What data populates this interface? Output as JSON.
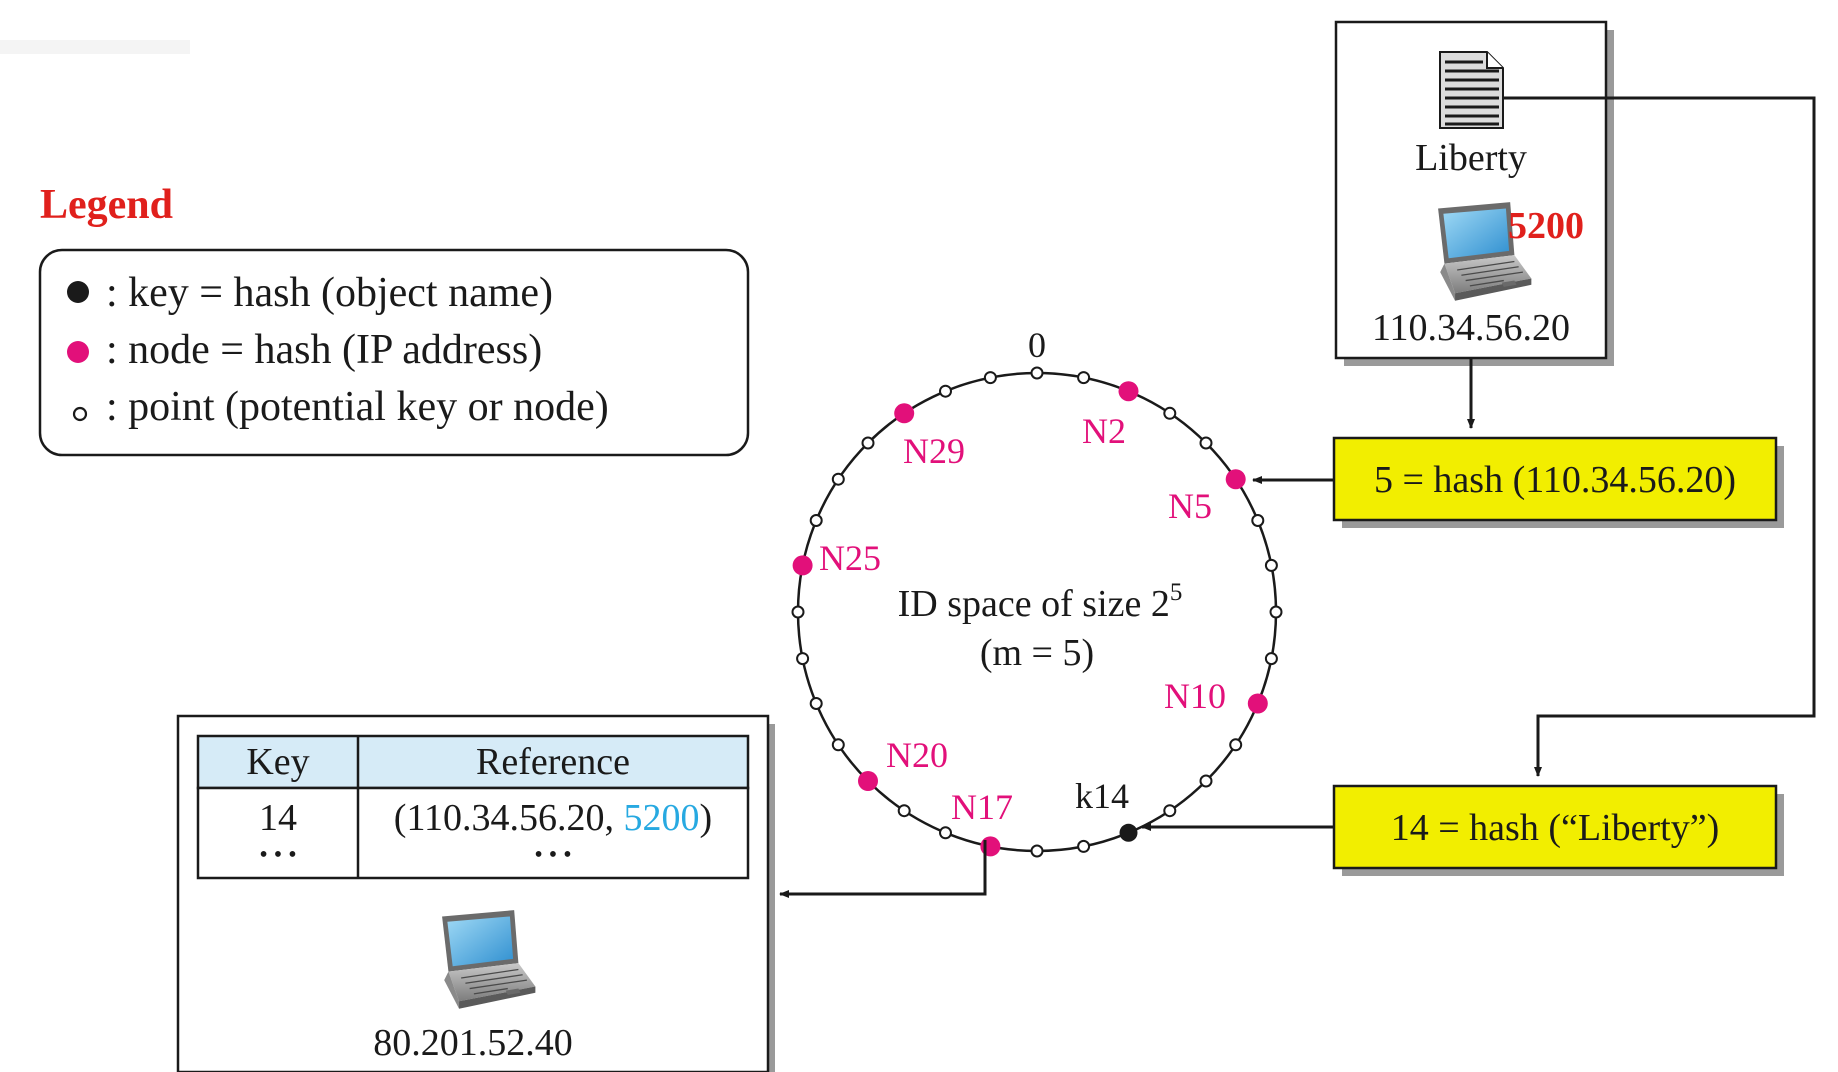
{
  "legend": {
    "title": "Legend",
    "items": [
      {
        "marker": "key-dot",
        "text": ": key = hash (object name)"
      },
      {
        "marker": "node-dot",
        "text": ": node = hash (IP address)"
      },
      {
        "marker": "point-dot",
        "text": ": point (potential key or node)"
      }
    ]
  },
  "ring": {
    "zero_label": "0",
    "center_line1": "ID space of size 2",
    "center_exp": "5",
    "center_line2": "(m = 5)",
    "size": 32,
    "nodes": [
      {
        "id": 2,
        "label": "N2"
      },
      {
        "id": 5,
        "label": "N5"
      },
      {
        "id": 10,
        "label": "N10"
      },
      {
        "id": 17,
        "label": "N17"
      },
      {
        "id": 20,
        "label": "N20"
      },
      {
        "id": 25,
        "label": "N25"
      },
      {
        "id": 29,
        "label": "N29"
      }
    ],
    "keys": [
      {
        "id": 14,
        "label": "k14"
      }
    ]
  },
  "source_box": {
    "doc_label": "Liberty",
    "port": "5200",
    "ip": "110.34.56.20"
  },
  "hash_boxes": {
    "node_hash": "5 = hash (110.34.56.20)",
    "key_hash": "14 = hash (“Liberty”)"
  },
  "dest_box": {
    "table": {
      "headers": [
        "Key",
        "Reference"
      ],
      "row_key": "14",
      "row_ref_prefix": "(110.34.56.20, ",
      "row_ref_port": "5200",
      "row_ref_suffix": ")",
      "ellipsis": "• • •"
    },
    "ip": "80.201.52.40"
  },
  "colors": {
    "legend_title": "#e0201c",
    "node": "#e2107a",
    "port_red": "#e0201c",
    "port_blue": "#27a9e1",
    "hash_box": "#f2ee00",
    "table_header": "#d6ebf7"
  }
}
